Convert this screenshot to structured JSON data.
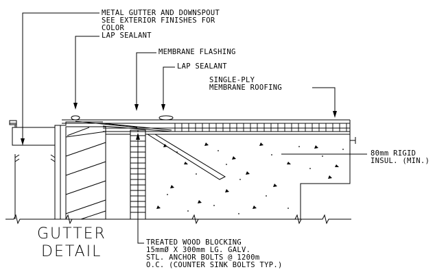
{
  "title": {
    "line1": "GUTTER",
    "line2": "DETAIL"
  },
  "labels": {
    "gutter_line1": "METAL GUTTER AND DOWNSPOUT",
    "gutter_line2": "SEE EXTERIOR FINISHES FOR",
    "gutter_line3": "COLOR",
    "lap_sealant_1": "LAP SEALANT",
    "membrane_flashing": "MEMBRANE FLASHING",
    "lap_sealant_2": "LAP SEALANT",
    "single_ply_line1": "SINGLE-PLY",
    "single_ply_line2": "MEMBRANE ROOFING",
    "rigid_insul_line1": "80mm RIGID",
    "rigid_insul_line2": "INSUL. (MIN.)",
    "blocking_line1": "TREATED WOOD BLOCKING",
    "blocking_line2": "15mmØ X 300mm LG. GALV.",
    "blocking_line3": "STL. ANCHOR BOLTS @ 1200m",
    "blocking_line4": "O.C. (COUNTER SINK BOLTS TYP.)"
  },
  "colors": {
    "line": "#000000",
    "background": "#ffffff"
  }
}
